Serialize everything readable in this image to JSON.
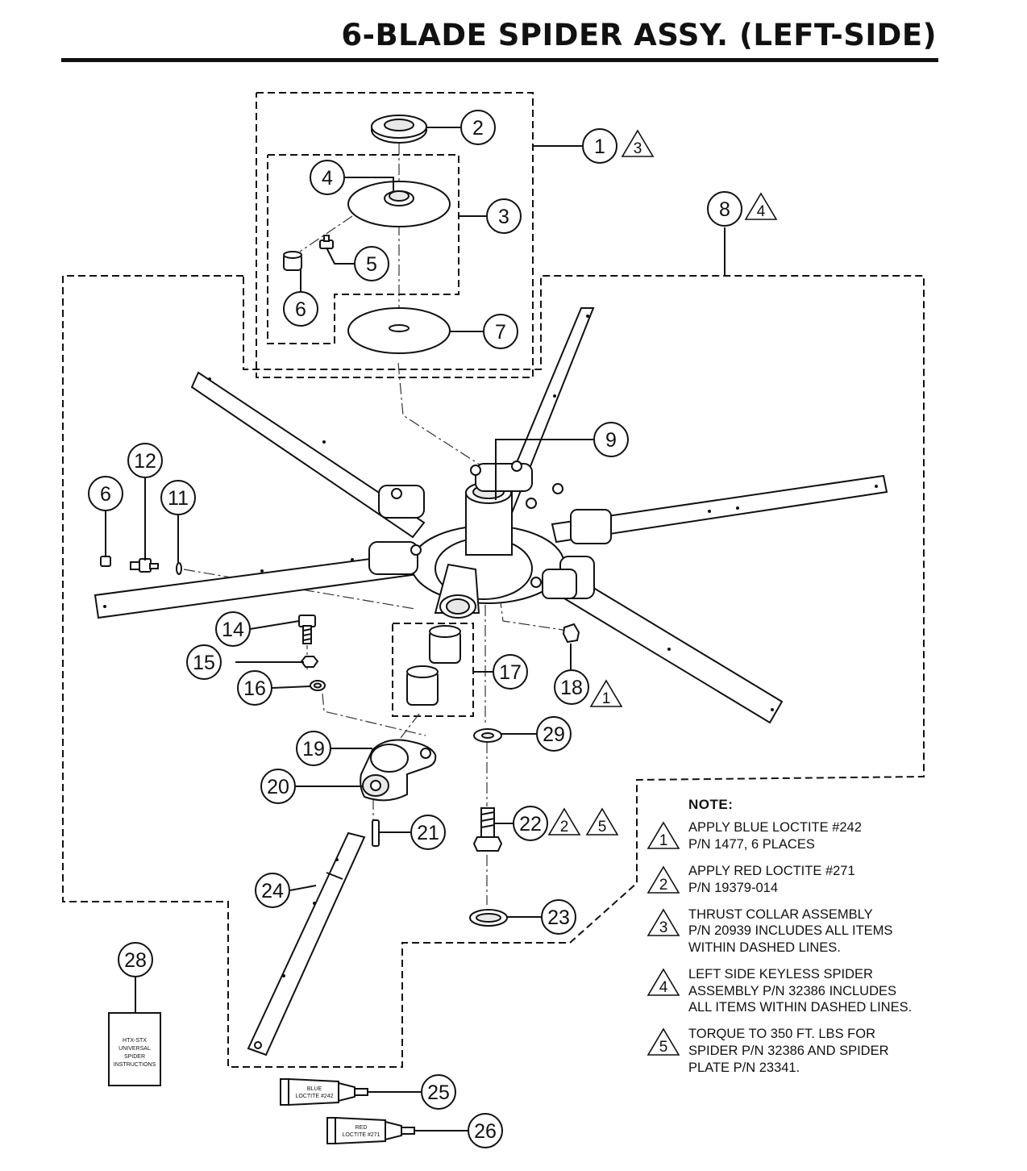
{
  "title": "6-BLADE SPIDER ASSY. (LEFT-SIDE)",
  "callouts": [
    {
      "num": "1",
      "flag": "3"
    },
    {
      "num": "2"
    },
    {
      "num": "3"
    },
    {
      "num": "4"
    },
    {
      "num": "5"
    },
    {
      "num": "6"
    },
    {
      "num": "7"
    },
    {
      "num": "8",
      "flag": "4"
    },
    {
      "num": "9"
    },
    {
      "num": "6"
    },
    {
      "num": "12"
    },
    {
      "num": "11"
    },
    {
      "num": "14"
    },
    {
      "num": "15"
    },
    {
      "num": "16"
    },
    {
      "num": "17"
    },
    {
      "num": "18",
      "flag": "1"
    },
    {
      "num": "29"
    },
    {
      "num": "19"
    },
    {
      "num": "20"
    },
    {
      "num": "21"
    },
    {
      "num": "22",
      "flags": [
        "2",
        "5"
      ]
    },
    {
      "num": "24"
    },
    {
      "num": "23"
    },
    {
      "num": "28"
    },
    {
      "num": "25"
    },
    {
      "num": "26"
    }
  ],
  "instruction_card": [
    "HTX-STX",
    "UNIVERSAL",
    "SPIDER",
    "INSTRUCTIONS"
  ],
  "tube_blue": [
    "BLUE",
    "LOCTITE #242"
  ],
  "tube_red": [
    "RED",
    "LOCTITE #271"
  ],
  "notes": {
    "heading": "NOTE:",
    "items": [
      {
        "marker": "1",
        "lines": [
          "APPLY BLUE LOCTITE #242",
          "P/N 1477, 6 PLACES"
        ]
      },
      {
        "marker": "2",
        "lines": [
          "APPLY RED LOCTITE #271",
          "P/N 19379-014"
        ]
      },
      {
        "marker": "3",
        "lines": [
          "THRUST COLLAR ASSEMBLY",
          "P/N 20939 INCLUDES ALL ITEMS",
          "WITHIN DASHED LINES."
        ]
      },
      {
        "marker": "4",
        "lines": [
          "LEFT SIDE KEYLESS SPIDER",
          "ASSEMBLY P/N 32386 INCLUDES",
          "ALL ITEMS WITHIN DASHED LINES."
        ]
      },
      {
        "marker": "5",
        "lines": [
          "TORQUE TO 350 FT. LBS FOR",
          "SPIDER P/N 32386 AND SPIDER",
          "PLATE P/N 23341."
        ]
      }
    ]
  }
}
